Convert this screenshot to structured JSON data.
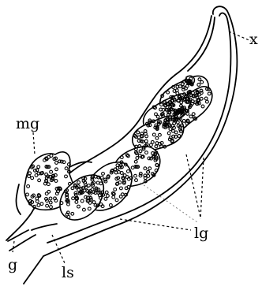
{
  "labels": {
    "x": "x",
    "mg": "mg",
    "lg": "lg",
    "g": "g",
    "ls": "ls"
  }
}
